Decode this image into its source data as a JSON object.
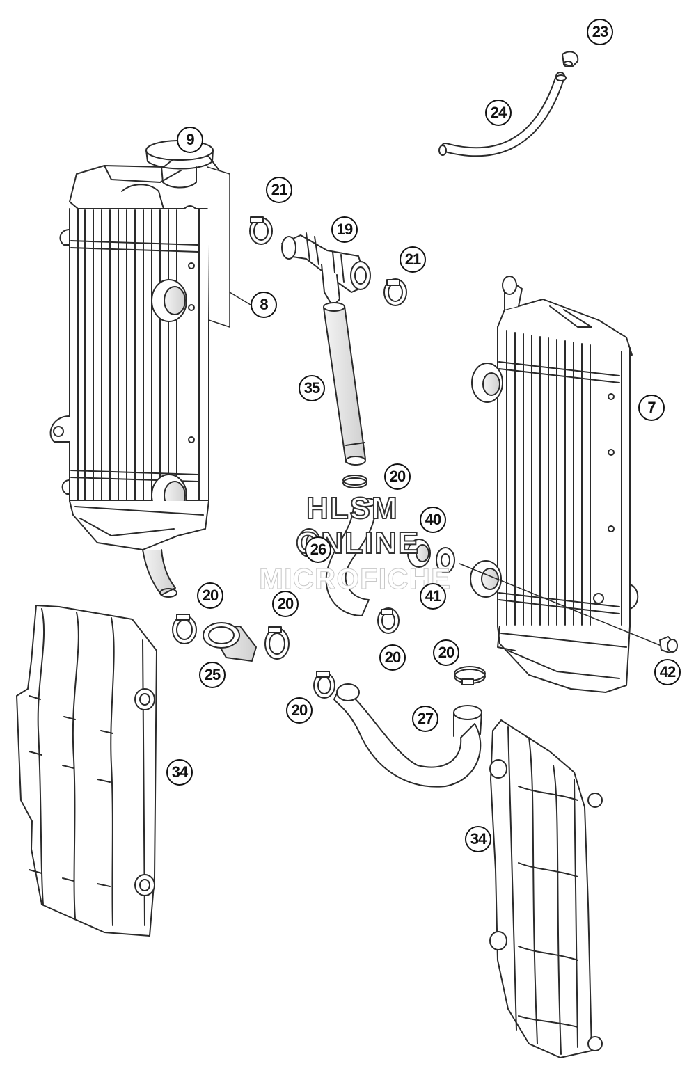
{
  "watermark": {
    "line1": "HLSM",
    "line2": "ONLINE",
    "line3": "MICROFICHE"
  },
  "callouts": [
    {
      "id": "callout-9",
      "label": "9"
    },
    {
      "id": "callout-21-top",
      "label": "21"
    },
    {
      "id": "callout-19",
      "label": "19"
    },
    {
      "id": "callout-21-right",
      "label": "21"
    },
    {
      "id": "callout-8",
      "label": "8"
    },
    {
      "id": "callout-23",
      "label": "23"
    },
    {
      "id": "callout-24",
      "label": "24"
    },
    {
      "id": "callout-35",
      "label": "35"
    },
    {
      "id": "callout-7",
      "label": "7"
    },
    {
      "id": "callout-20-a",
      "label": "20"
    },
    {
      "id": "callout-40",
      "label": "40"
    },
    {
      "id": "callout-26",
      "label": "26"
    },
    {
      "id": "callout-41",
      "label": "41"
    },
    {
      "id": "callout-20-b",
      "label": "20"
    },
    {
      "id": "callout-20-c",
      "label": "20"
    },
    {
      "id": "callout-25",
      "label": "25"
    },
    {
      "id": "callout-20-d",
      "label": "20"
    },
    {
      "id": "callout-20-e",
      "label": "20"
    },
    {
      "id": "callout-42",
      "label": "42"
    },
    {
      "id": "callout-20-f",
      "label": "20"
    },
    {
      "id": "callout-27",
      "label": "27"
    },
    {
      "id": "callout-34-left",
      "label": "34"
    },
    {
      "id": "callout-34-right",
      "label": "34"
    }
  ],
  "colors": {
    "line": "#2a2a2a",
    "part_fill": "#ffffff",
    "shade": "#dcdcdc"
  }
}
